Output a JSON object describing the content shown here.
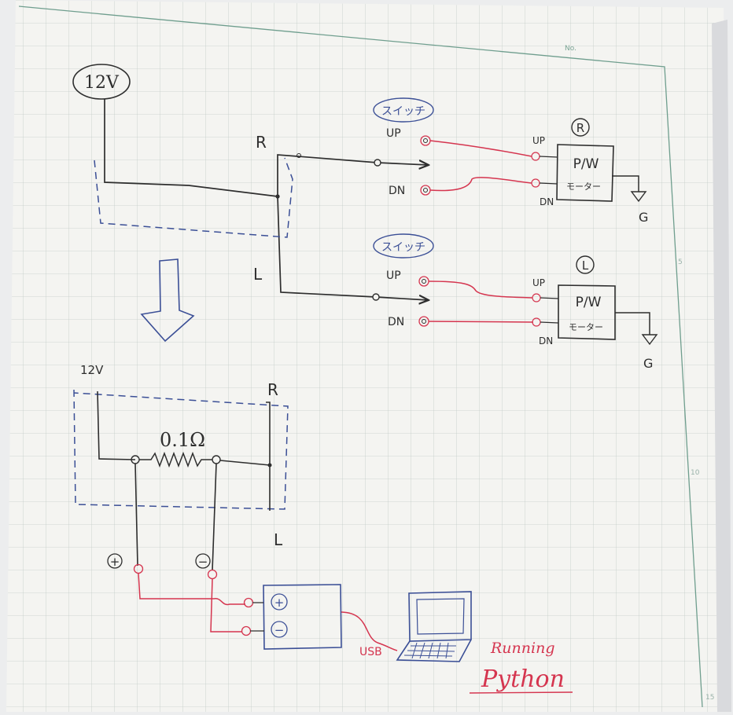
{
  "page": {
    "header_no": "No.",
    "margin_marks": [
      "5",
      "10",
      "15"
    ]
  },
  "top_circuit": {
    "supply_label": "12V",
    "branch_right_label": "R",
    "branch_left_label": "L",
    "switch_r": {
      "title": "スイッチ",
      "up_label": "UP",
      "dn_label": "DN"
    },
    "switch_l": {
      "title": "スイッチ",
      "up_label": "UP",
      "dn_label": "DN"
    },
    "motor_r": {
      "tag": "R",
      "name": "P/W",
      "motor_label": "モーター",
      "up_label": "UP",
      "dn_label": "DN",
      "ground_label": "G"
    },
    "motor_l": {
      "tag": "L",
      "name": "P/W",
      "motor_label": "モーター",
      "up_label": "UP",
      "dn_label": "DN",
      "ground_label": "G"
    }
  },
  "bottom_circuit": {
    "supply_label": "12V",
    "resistor_label": "0.1Ω",
    "branch_right_label": "R",
    "branch_left_label": "L",
    "probe_plus": "+",
    "probe_minus": "−",
    "adc_plus": "+",
    "adc_minus": "−",
    "usb_label": "USB",
    "note_line1": "Running",
    "note_line2": "Python"
  },
  "colors": {
    "paper": "#f4f4f1",
    "grid": "#c3cdc8",
    "border": "#6f9e8e",
    "ink": "#2e2e2e",
    "red_ink": "#d5354f",
    "blue_ink": "#3b4f96"
  }
}
